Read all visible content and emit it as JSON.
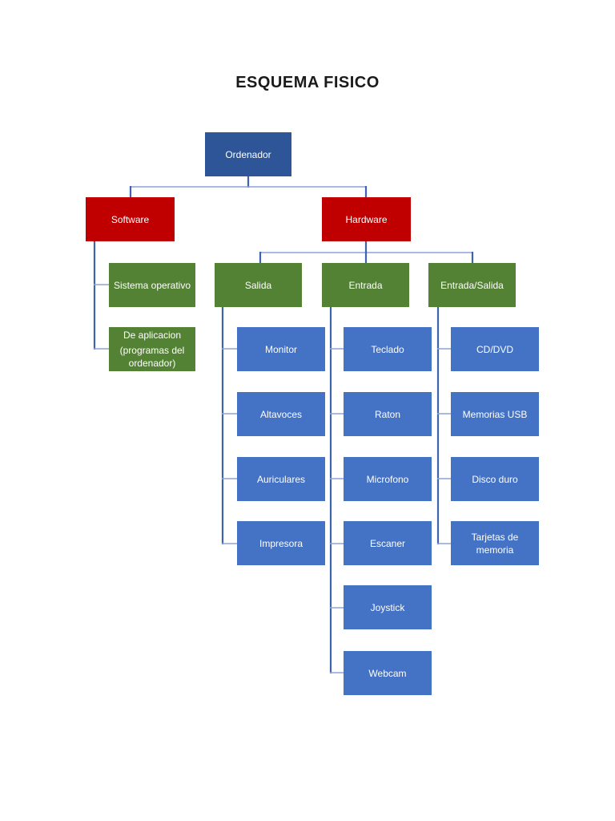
{
  "title": "ESQUEMA FISICO",
  "colors": {
    "bg": "#ffffff",
    "title_text": "#1a1a1a",
    "box_text": "#ffffff",
    "root_fill": "#2e5597",
    "category_fill": "#c00000",
    "group_fill": "#548235",
    "item_fill": "#4472c4",
    "line_vertical": "#3d64ad",
    "line_horizontal": "#8ca4d9"
  },
  "diagram": {
    "root": {
      "label": "Ordenador"
    },
    "branches": [
      {
        "label": "Software",
        "children": [
          {
            "label": "Sistema operativo"
          },
          {
            "label": "De aplicacion",
            "sublabel": "(programas del ordenador)"
          }
        ]
      },
      {
        "label": "Hardware",
        "children": [
          {
            "label": "Salida",
            "items": [
              "Monitor",
              "Altavoces",
              "Auriculares",
              "Impresora"
            ]
          },
          {
            "label": "Entrada",
            "items": [
              "Teclado",
              "Raton",
              "Microfono",
              "Escaner",
              "Joystick",
              "Webcam"
            ]
          },
          {
            "label": "Entrada/Salida",
            "items": [
              "CD/DVD",
              "Memorias USB",
              "Disco duro",
              "Tarjetas de memoria"
            ]
          }
        ]
      }
    ]
  }
}
